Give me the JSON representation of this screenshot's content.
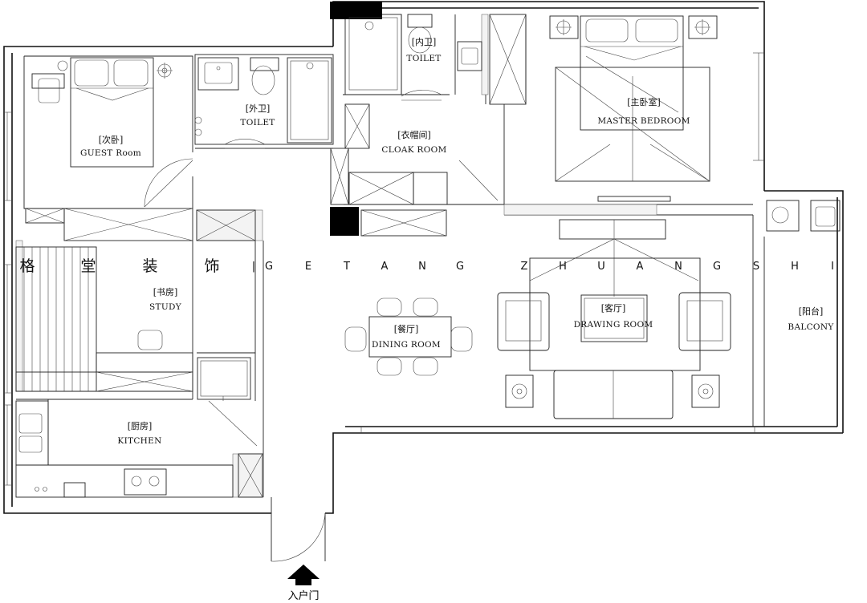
{
  "rooms": {
    "guest_bedroom": {
      "cn": "[次卧]",
      "en": "GUEST Room"
    },
    "outer_toilet": {
      "cn": "[外卫]",
      "en": "TOILET"
    },
    "inner_toilet": {
      "cn": "[内卫]",
      "en": "TOILET"
    },
    "cloak_room": {
      "cn": "[衣帽间]",
      "en": "CLOAK ROOM"
    },
    "master_bedroom": {
      "cn": "[主卧室]",
      "en": "MASTER BEDROOM"
    },
    "study": {
      "cn": "[书房]",
      "en": "STUDY"
    },
    "dining_room": {
      "cn": "[餐厅]",
      "en": "DINING ROOM"
    },
    "drawing_room": {
      "cn": "[客厅]",
      "en": "DRAWING ROOM"
    },
    "balcony": {
      "cn": "[阳台]",
      "en": "BALCONY"
    },
    "kitchen": {
      "cn": "[厨房]",
      "en": "KITCHEN"
    }
  },
  "watermark": {
    "cn_chars": [
      "格",
      "堂",
      "装",
      "饰"
    ],
    "separator": "|",
    "en_chars": [
      "G",
      "E",
      "T",
      "A",
      "N",
      "G",
      "Z",
      "H",
      "U",
      "A",
      "N",
      "G",
      "S",
      "H",
      "I"
    ]
  },
  "entrance": {
    "label": "入户门",
    "icon": "arrow-up-icon"
  }
}
